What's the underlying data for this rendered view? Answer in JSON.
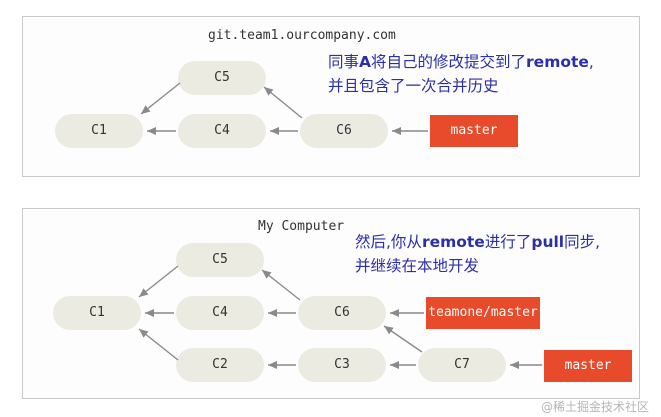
{
  "remote": {
    "host": "git.team1.ourcompany.com",
    "commits": {
      "c5": "C5",
      "c1": "C1",
      "c4": "C4",
      "c6": "C6"
    },
    "master": "master",
    "note": {
      "l1_a": "同事",
      "l1_b": "A",
      "l1_c": "将自己的修改提交到了",
      "l1_d": "remote",
      "l1_e": ",",
      "l2": "并且包含了一次合并历史"
    }
  },
  "local": {
    "host": "My Computer",
    "commits": {
      "c5": "C5",
      "c1": "C1",
      "c4": "C4",
      "c6": "C6",
      "c2": "C2",
      "c3": "C3",
      "c7": "C7"
    },
    "teamone_master": "teamone/master",
    "master": "master",
    "note": {
      "l1_a": "然后,你从",
      "l1_b": "remote",
      "l1_c": "进行了",
      "l1_d": "pull",
      "l1_e": "同步,",
      "l2": "并继续在本地开发"
    }
  },
  "watermark": "@稀土掘金技术社区",
  "colors": {
    "commit_fill": "#ebebe2",
    "ref_fill": "#e84a2c",
    "note_text": "#2b2fa8",
    "arrow": "#8a8a8a"
  }
}
